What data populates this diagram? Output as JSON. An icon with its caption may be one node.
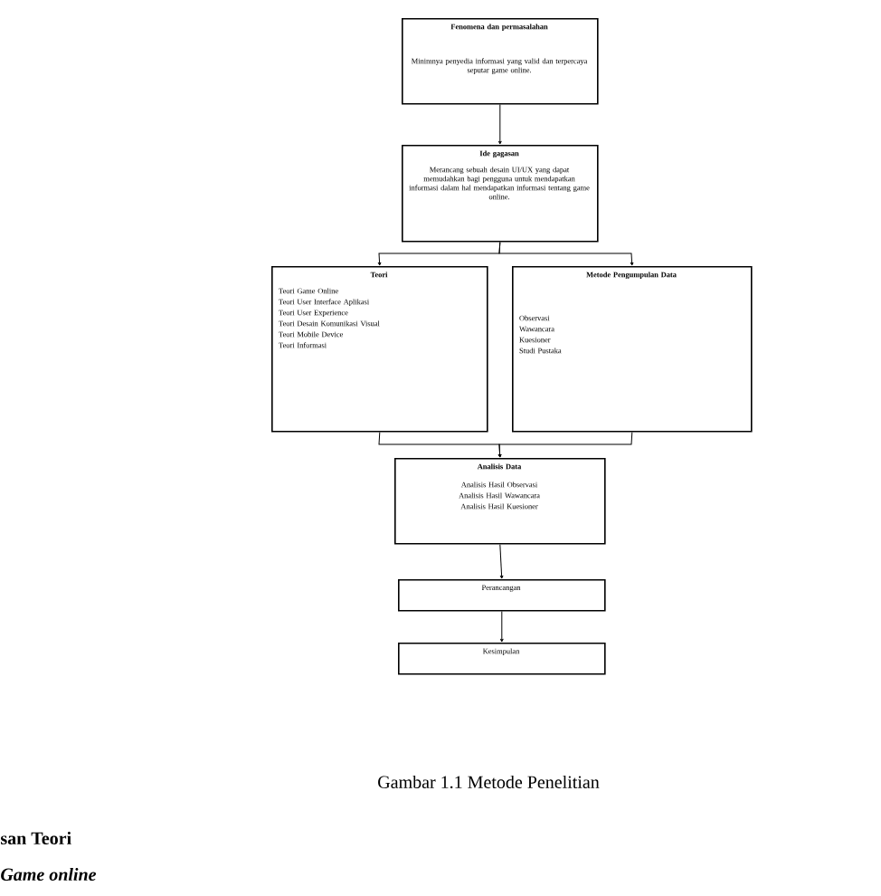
{
  "diagram": {
    "caption": "Gambar 1.1 Metode Penelitian",
    "nodes": [
      {
        "text": [
          "Fenomena dan permasalahan",
          "Minimnya penyedia informasi yang valid dan terpercaya seputar game online."
        ]
      },
      {
        "text": [
          "Ide gagasan",
          "Merancang sebuah desain UI/UX yang dapat memudahkan bagi pengguna untuk mendapatkan informasi dalam hal mendapatkan informasi tentang game online."
        ]
      },
      {
        "text": [
          "Teori",
          "Teori Game Online",
          "Teori User Interface Aplikasi",
          "Teori User Experience",
          "Teori Desain Komunikasi Visual",
          "Teori Mobile Device",
          "Teori Informasi"
        ]
      },
      {
        "text": [
          "Metode Pengumpulan Data",
          "Observasi",
          "Wawancara",
          "Kuesioner",
          "Studi Pustaka"
        ]
      },
      {
        "text": [
          "Analisis Data",
          "Analisis Hasil Observasi",
          "Analisis Hasil Wawancara",
          "Analisis Hasil Kuesioner"
        ]
      },
      {
        "text": [
          "Perancangan"
        ]
      },
      {
        "text": [
          "Kesimpulan"
        ]
      }
    ],
    "edges": [
      {
        "from": 0,
        "to": 1,
        "arrow": "to"
      },
      {
        "from": 1,
        "to": 2,
        "arrow": "to"
      },
      {
        "from": 1,
        "to": 3,
        "arrow": "to"
      },
      {
        "from": 2,
        "to": 4,
        "arrow": "to"
      },
      {
        "from": 3,
        "to": 4,
        "arrow": "to"
      },
      {
        "from": 4,
        "to": 5,
        "arrow": "to"
      },
      {
        "from": 5,
        "to": 6,
        "arrow": "to"
      }
    ],
    "labels": [
      "san Teori",
      "Game online"
    ]
  }
}
